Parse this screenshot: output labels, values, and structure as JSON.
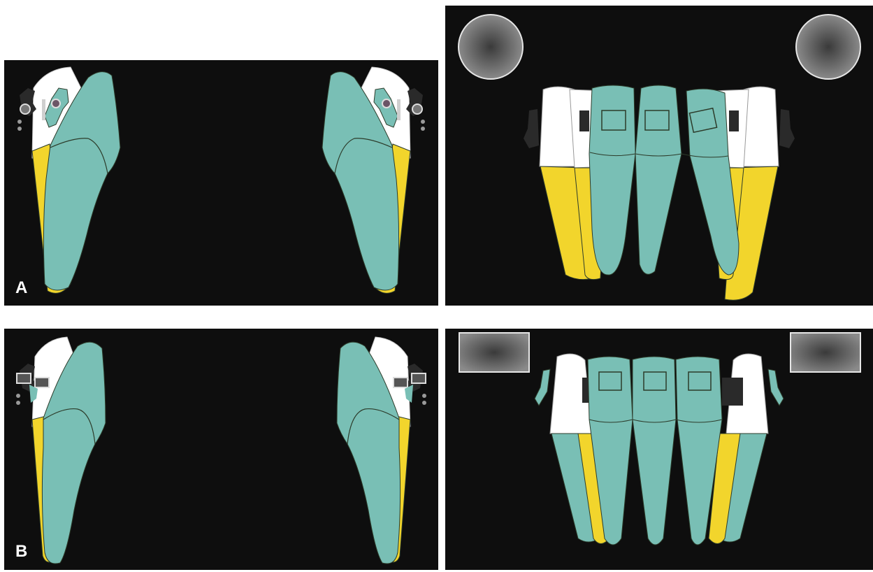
{
  "figure": {
    "panels": [
      {
        "id": "A",
        "label": "A",
        "view": "lateral",
        "bracket_shape": "round"
      },
      {
        "id": "A-front",
        "label": "",
        "view": "frontal",
        "bracket_shape": "round"
      },
      {
        "id": "B",
        "label": "B",
        "view": "lateral",
        "bracket_shape": "rectangular"
      },
      {
        "id": "B-front",
        "label": "",
        "view": "frontal",
        "bracket_shape": "rectangular"
      }
    ]
  },
  "colors": {
    "background": "#0e0e0e",
    "crown_teal": "#79bfb5",
    "root_yellow": "#f2d52c",
    "enamel_white": "#ffffff",
    "bracket_dark": "#2a2a2a",
    "outline": "#2c3b2a"
  }
}
